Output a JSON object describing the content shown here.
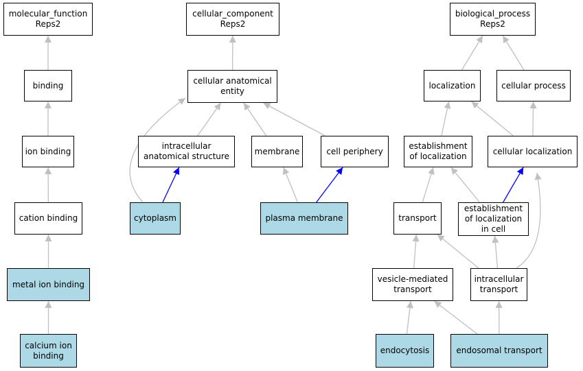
{
  "colors": {
    "edge": "#c0c0c0",
    "edge_highlight": "#0000ff",
    "node_highlight": "#add8e6",
    "node_default": "#ffffff"
  },
  "nodes": [
    {
      "id": "mf",
      "label": "molecular_function\nReps2",
      "highlight": false
    },
    {
      "id": "binding",
      "label": "binding",
      "highlight": false
    },
    {
      "id": "ionbinding",
      "label": "ion binding",
      "highlight": false
    },
    {
      "id": "cationbinding",
      "label": "cation binding",
      "highlight": false
    },
    {
      "id": "metalion",
      "label": "metal ion binding",
      "highlight": true
    },
    {
      "id": "calcium",
      "label": "calcium ion\nbinding",
      "highlight": true
    },
    {
      "id": "cc",
      "label": "cellular_component\nReps2",
      "highlight": false
    },
    {
      "id": "cae",
      "label": "cellular anatomical\nentity",
      "highlight": false
    },
    {
      "id": "ias",
      "label": "intracellular\nanatomical structure",
      "highlight": false
    },
    {
      "id": "membrane",
      "label": "membrane",
      "highlight": false
    },
    {
      "id": "cellperiphery",
      "label": "cell periphery",
      "highlight": false
    },
    {
      "id": "cytoplasm",
      "label": "cytoplasm",
      "highlight": true
    },
    {
      "id": "plasmamembrane",
      "label": "plasma membrane",
      "highlight": true
    },
    {
      "id": "bp",
      "label": "biological_process\nReps2",
      "highlight": false
    },
    {
      "id": "localization",
      "label": "localization",
      "highlight": false
    },
    {
      "id": "cellularprocess",
      "label": "cellular process",
      "highlight": false
    },
    {
      "id": "estloc",
      "label": "establishment\nof localization",
      "highlight": false
    },
    {
      "id": "cellloc",
      "label": "cellular localization",
      "highlight": false
    },
    {
      "id": "transport",
      "label": "transport",
      "highlight": false
    },
    {
      "id": "estloccell",
      "label": "establishment\nof localization\nin cell",
      "highlight": false
    },
    {
      "id": "vesicle",
      "label": "vesicle-mediated\ntransport",
      "highlight": false
    },
    {
      "id": "intracellulartransport",
      "label": "intracellular\ntransport",
      "highlight": false
    },
    {
      "id": "endocytosis",
      "label": "endocytosis",
      "highlight": true
    },
    {
      "id": "endosomal",
      "label": "endosomal transport",
      "highlight": true
    }
  ],
  "edges": [
    {
      "from": "binding",
      "to": "mf",
      "highlight": false
    },
    {
      "from": "ionbinding",
      "to": "binding",
      "highlight": false
    },
    {
      "from": "cationbinding",
      "to": "ionbinding",
      "highlight": false
    },
    {
      "from": "metalion",
      "to": "cationbinding",
      "highlight": false
    },
    {
      "from": "calcium",
      "to": "metalion",
      "highlight": false
    },
    {
      "from": "cae",
      "to": "cc",
      "highlight": false
    },
    {
      "from": "ias",
      "to": "cae",
      "highlight": false
    },
    {
      "from": "membrane",
      "to": "cae",
      "highlight": false
    },
    {
      "from": "cellperiphery",
      "to": "cae",
      "highlight": false
    },
    {
      "from": "cytoplasm",
      "to": "cae",
      "highlight": false
    },
    {
      "from": "cytoplasm",
      "to": "ias",
      "highlight": true
    },
    {
      "from": "plasmamembrane",
      "to": "membrane",
      "highlight": false
    },
    {
      "from": "plasmamembrane",
      "to": "cellperiphery",
      "highlight": true
    },
    {
      "from": "localization",
      "to": "bp",
      "highlight": false
    },
    {
      "from": "cellularprocess",
      "to": "bp",
      "highlight": false
    },
    {
      "from": "estloc",
      "to": "localization",
      "highlight": false
    },
    {
      "from": "cellloc",
      "to": "localization",
      "highlight": false
    },
    {
      "from": "cellloc",
      "to": "cellularprocess",
      "highlight": false
    },
    {
      "from": "transport",
      "to": "estloc",
      "highlight": false
    },
    {
      "from": "estloccell",
      "to": "estloc",
      "highlight": false
    },
    {
      "from": "estloccell",
      "to": "cellloc",
      "highlight": true
    },
    {
      "from": "vesicle",
      "to": "transport",
      "highlight": false
    },
    {
      "from": "intracellulartransport",
      "to": "transport",
      "highlight": false
    },
    {
      "from": "intracellulartransport",
      "to": "estloccell",
      "highlight": false
    },
    {
      "from": "intracellulartransport",
      "to": "cellloc",
      "highlight": false
    },
    {
      "from": "endocytosis",
      "to": "vesicle",
      "highlight": false
    },
    {
      "from": "endosomal",
      "to": "vesicle",
      "highlight": false
    },
    {
      "from": "endosomal",
      "to": "intracellulartransport",
      "highlight": false
    }
  ]
}
